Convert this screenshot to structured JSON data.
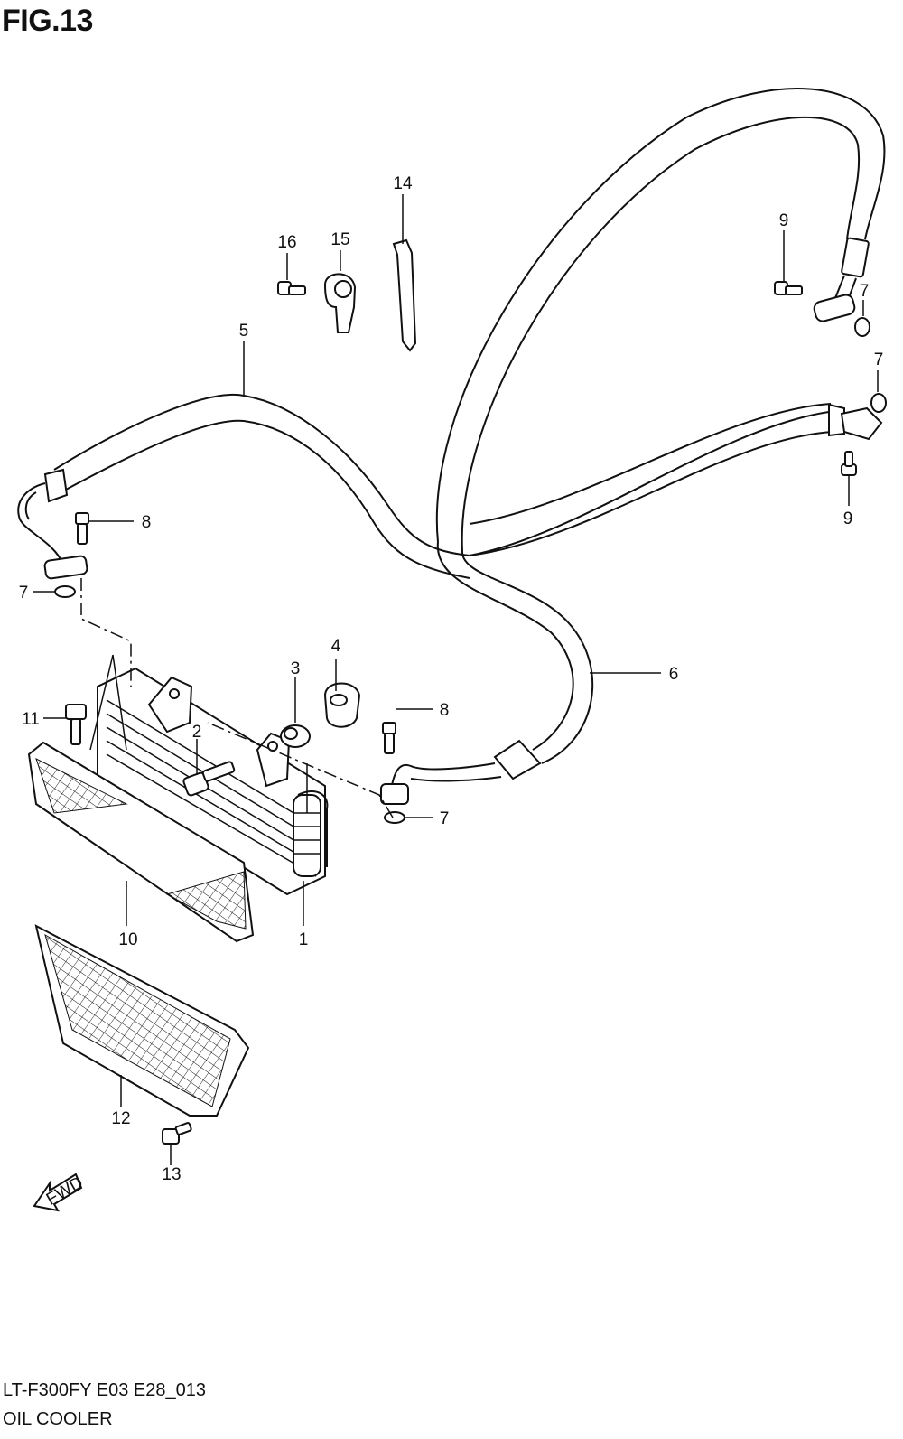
{
  "figure": {
    "title": "FIG.13",
    "model_code": "LT-F300FY E03 E28_013",
    "section": "OIL COOLER",
    "direction_label": "FWD"
  },
  "callouts": [
    {
      "id": "1",
      "label": "1"
    },
    {
      "id": "2",
      "label": "2"
    },
    {
      "id": "3",
      "label": "3"
    },
    {
      "id": "4",
      "label": "4"
    },
    {
      "id": "5",
      "label": "5"
    },
    {
      "id": "6",
      "label": "6"
    },
    {
      "id": "7a",
      "label": "7"
    },
    {
      "id": "7b",
      "label": "7"
    },
    {
      "id": "7c",
      "label": "7"
    },
    {
      "id": "7d",
      "label": "7"
    },
    {
      "id": "8a",
      "label": "8"
    },
    {
      "id": "8b",
      "label": "8"
    },
    {
      "id": "9a",
      "label": "9"
    },
    {
      "id": "9b",
      "label": "9"
    },
    {
      "id": "10",
      "label": "10"
    },
    {
      "id": "11",
      "label": "11"
    },
    {
      "id": "12",
      "label": "12"
    },
    {
      "id": "13",
      "label": "13"
    },
    {
      "id": "14",
      "label": "14"
    },
    {
      "id": "15",
      "label": "15"
    },
    {
      "id": "16",
      "label": "16"
    }
  ]
}
